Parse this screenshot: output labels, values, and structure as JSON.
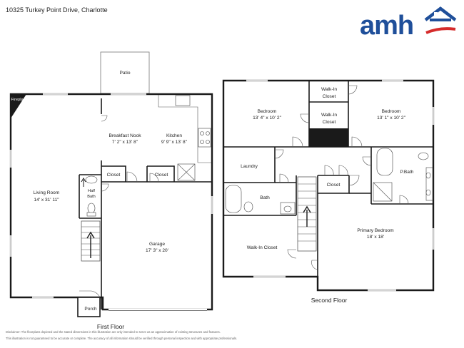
{
  "header": {
    "address": "10325 Turkey Point Drive, Charlotte",
    "logo_text": "amh",
    "logo_icon": "house-icon",
    "brand_blue": "#1f4f9a",
    "brand_red": "#d52b2b"
  },
  "floors": {
    "first_floor": {
      "caption": "First Floor",
      "rooms": {
        "patio": {
          "name": "Patio"
        },
        "fireplace": {
          "name": "Fireplace"
        },
        "breakfast_nook": {
          "name": "Breakfast Nook",
          "dims": "7' 2\" x 13' 8\""
        },
        "kitchen": {
          "name": "Kitchen",
          "dims": "9' 9\" x 13' 8\""
        },
        "closet_a": {
          "name": "Closet"
        },
        "closet_b": {
          "name": "Closet"
        },
        "living_room": {
          "name": "Living Room",
          "dims": "14' x 31' 11\""
        },
        "half_bath": {
          "name": "Half",
          "name2": "Bath"
        },
        "garage": {
          "name": "Garage",
          "dims": "17' 3\" x 20'"
        },
        "porch": {
          "name": "Porch"
        }
      }
    },
    "second_floor": {
      "caption": "Second Floor",
      "rooms": {
        "bedroom_1": {
          "name": "Bedroom",
          "dims": "13' 4\" x 10' 2\""
        },
        "walkin_closet_top": {
          "name": "Walk-In",
          "name2": "Closet"
        },
        "walkin_closet_mid": {
          "name": "Walk-In",
          "name2": "Closet"
        },
        "bedroom_2": {
          "name": "Bedroom",
          "dims": "13' 1\" x 10' 2\""
        },
        "laundry": {
          "name": "Laundry"
        },
        "pbath": {
          "name": "P.Bath"
        },
        "bath": {
          "name": "Bath"
        },
        "closet": {
          "name": "Closet"
        },
        "walkin_closet": {
          "name": "Walk-In Closet"
        },
        "primary_bedroom": {
          "name": "Primary Bedroom",
          "dims": "18' x 18'"
        }
      }
    }
  },
  "disclaimer": {
    "line1": "Disclaimer: The floorplans depicted and the stated dimensions in this illustration are only intended to serve as an approximation of existing structures and features.",
    "line2": "This illustration is not guaranteed to be accurate or complete. The accuracy of all information should be verified through personal inspection and with appropriate professionals."
  }
}
